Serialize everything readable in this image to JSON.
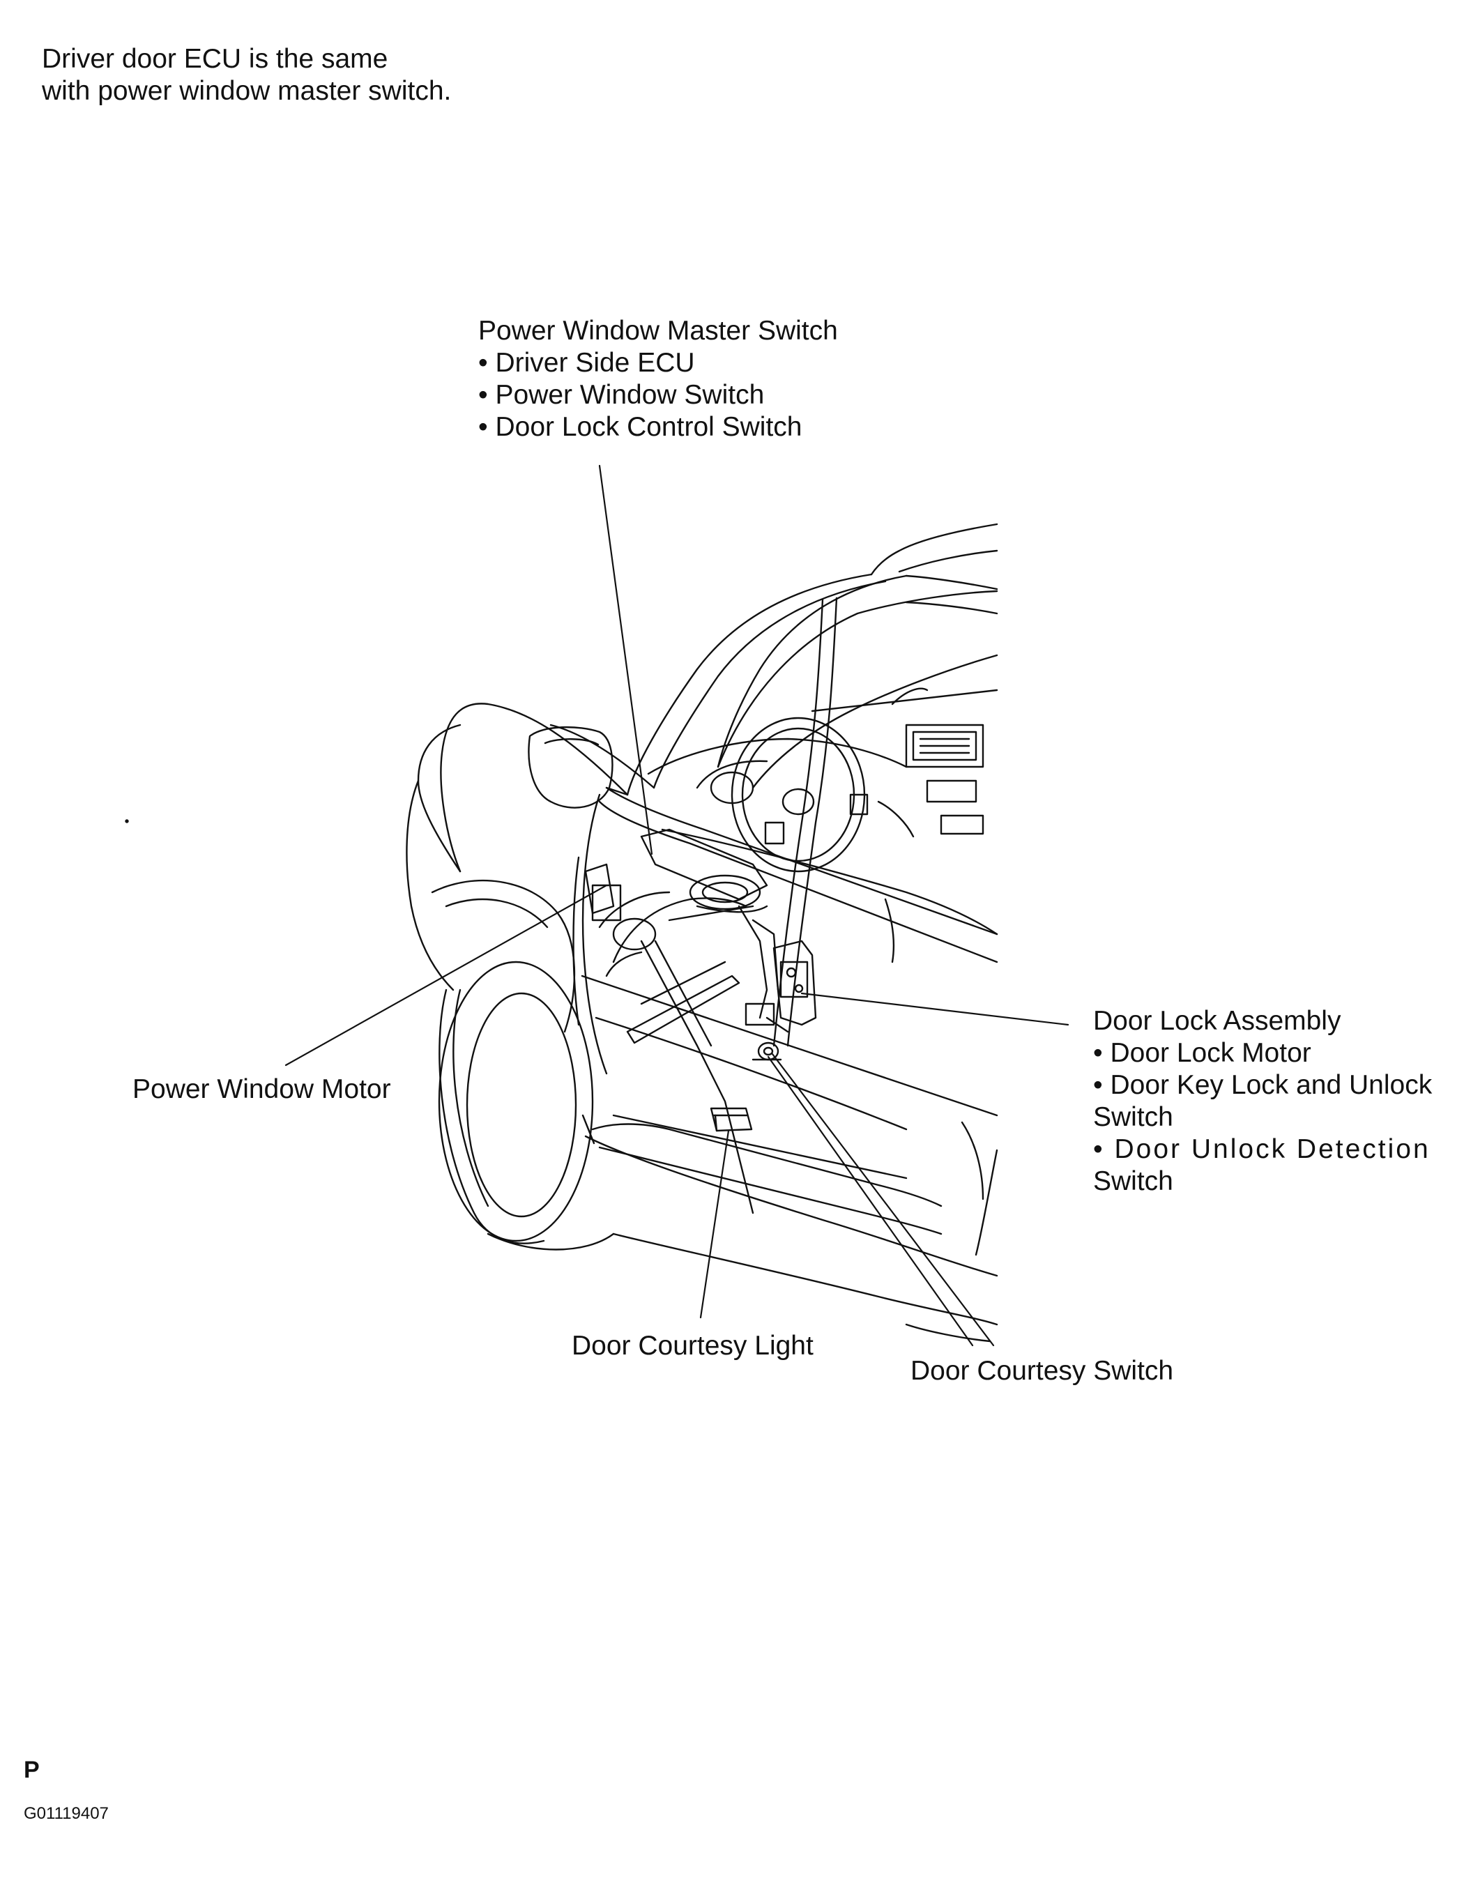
{
  "note": {
    "line1": "Driver door ECU is the same",
    "line2": "with power window master switch."
  },
  "labels": {
    "power_window_master_switch": {
      "title": "Power Window Master Switch",
      "items": [
        "• Driver Side ECU",
        "• Power Window Switch",
        "• Door Lock Control Switch"
      ]
    },
    "power_window_motor": "Power Window Motor",
    "door_lock_assembly": {
      "title": "Door Lock Assembly",
      "lines": [
        "• Door Lock Motor",
        "• Door Key Lock and Unlock",
        "Switch",
        "•  Door  Unlock  Detection",
        "Switch"
      ]
    },
    "door_courtesy_light": "Door Courtesy Light",
    "door_courtesy_switch": "Door Courtesy Switch"
  },
  "footer": {
    "page_letter": "P",
    "figure_code": "G01119407"
  }
}
